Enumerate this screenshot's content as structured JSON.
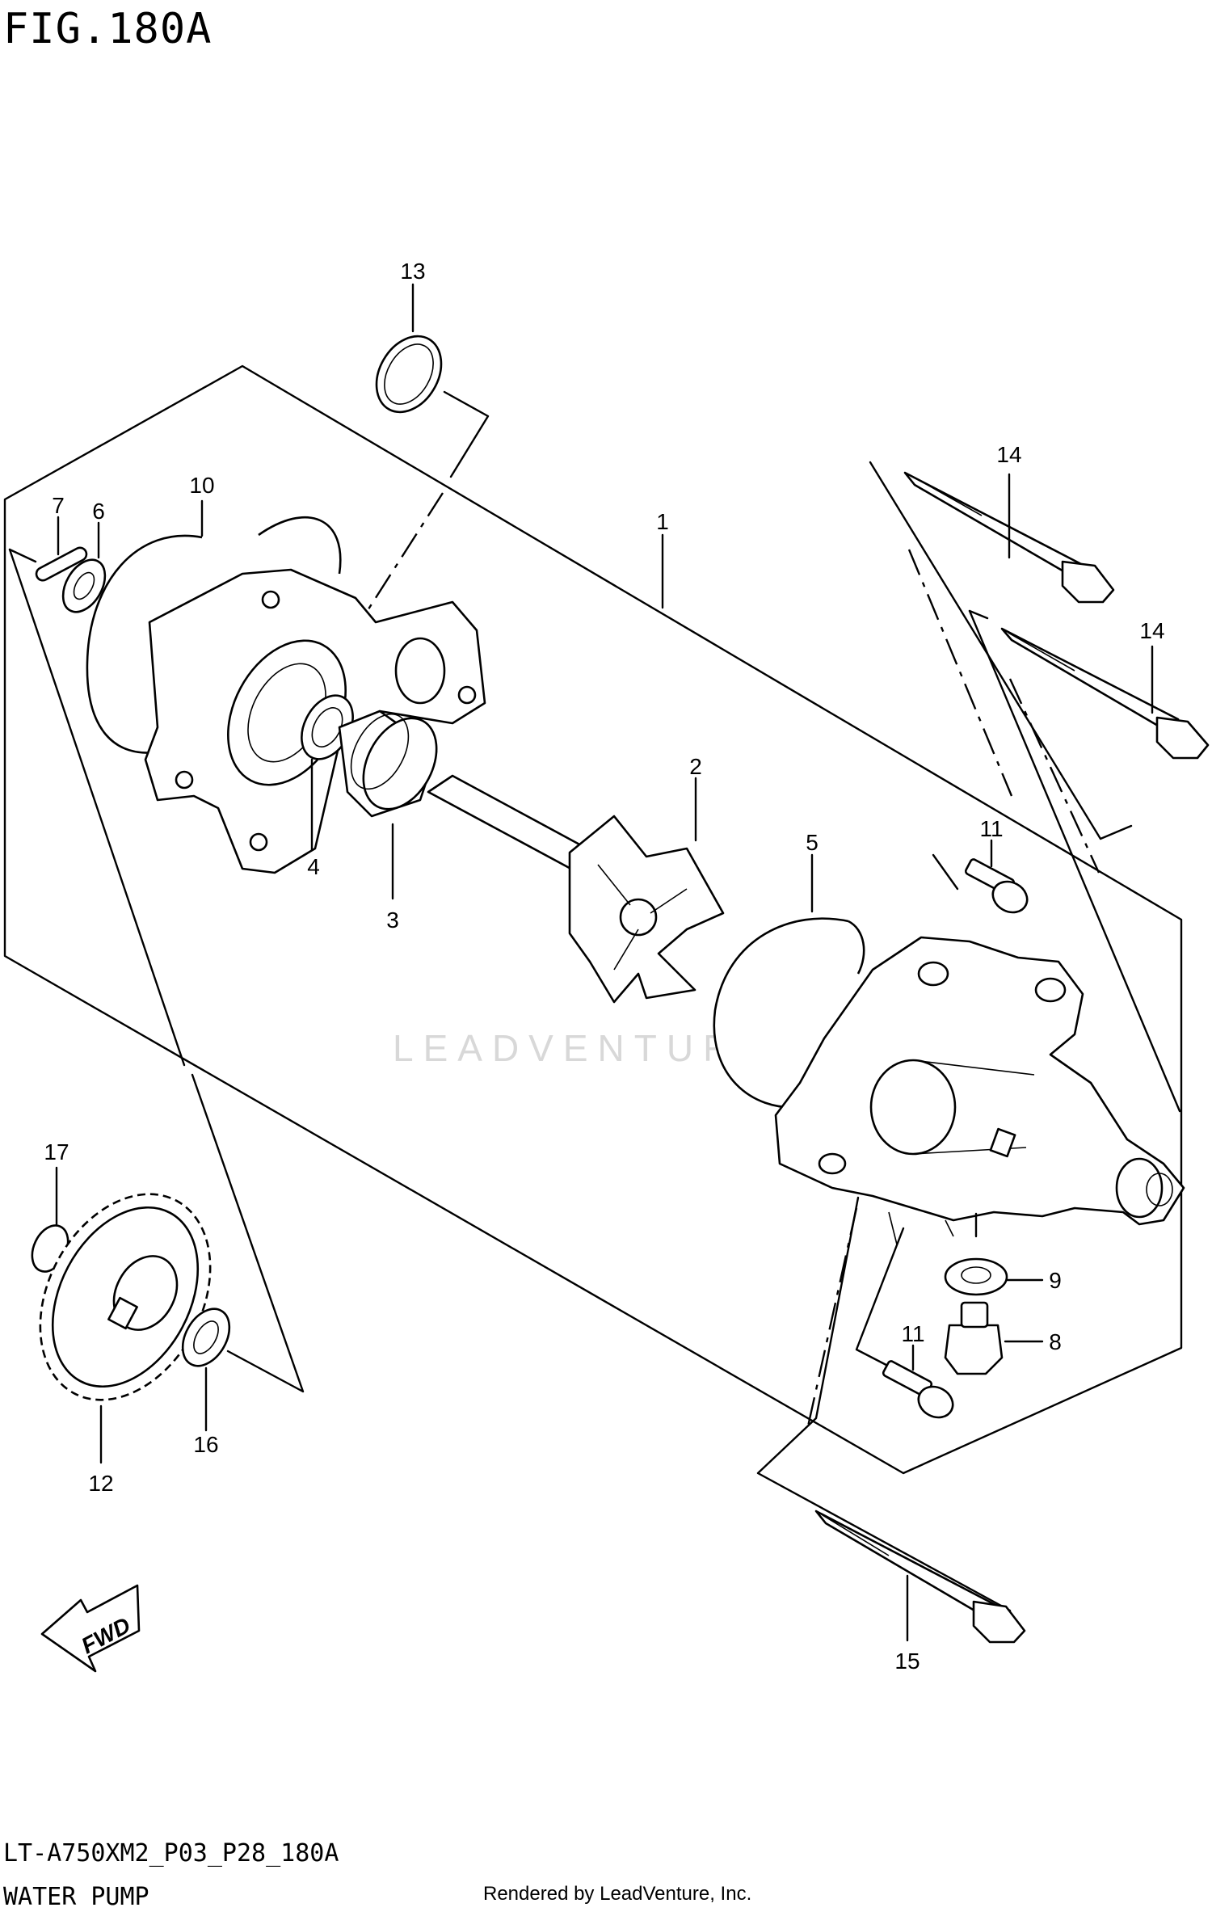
{
  "figure": {
    "title": "FIG.180A",
    "model_code": "LT-A750XM2_P03_P28_180A",
    "section_name": "WATER PUMP",
    "rendered_by": "Rendered by LeadVenture, Inc.",
    "watermark": "LEADVENTURE",
    "fwd_label": "FWD"
  },
  "callouts": [
    {
      "id": "c1",
      "label": "1"
    },
    {
      "id": "c2",
      "label": "2"
    },
    {
      "id": "c3",
      "label": "3"
    },
    {
      "id": "c4",
      "label": "4"
    },
    {
      "id": "c5",
      "label": "5"
    },
    {
      "id": "c6",
      "label": "6"
    },
    {
      "id": "c7",
      "label": "7"
    },
    {
      "id": "c8",
      "label": "8"
    },
    {
      "id": "c9",
      "label": "9"
    },
    {
      "id": "c10",
      "label": "10"
    },
    {
      "id": "c11a",
      "label": "11"
    },
    {
      "id": "c11b",
      "label": "11"
    },
    {
      "id": "c12",
      "label": "12"
    },
    {
      "id": "c13",
      "label": "13"
    },
    {
      "id": "c14a",
      "label": "14"
    },
    {
      "id": "c14b",
      "label": "14"
    },
    {
      "id": "c15",
      "label": "15"
    },
    {
      "id": "c16",
      "label": "16"
    },
    {
      "id": "c17",
      "label": "17"
    }
  ]
}
